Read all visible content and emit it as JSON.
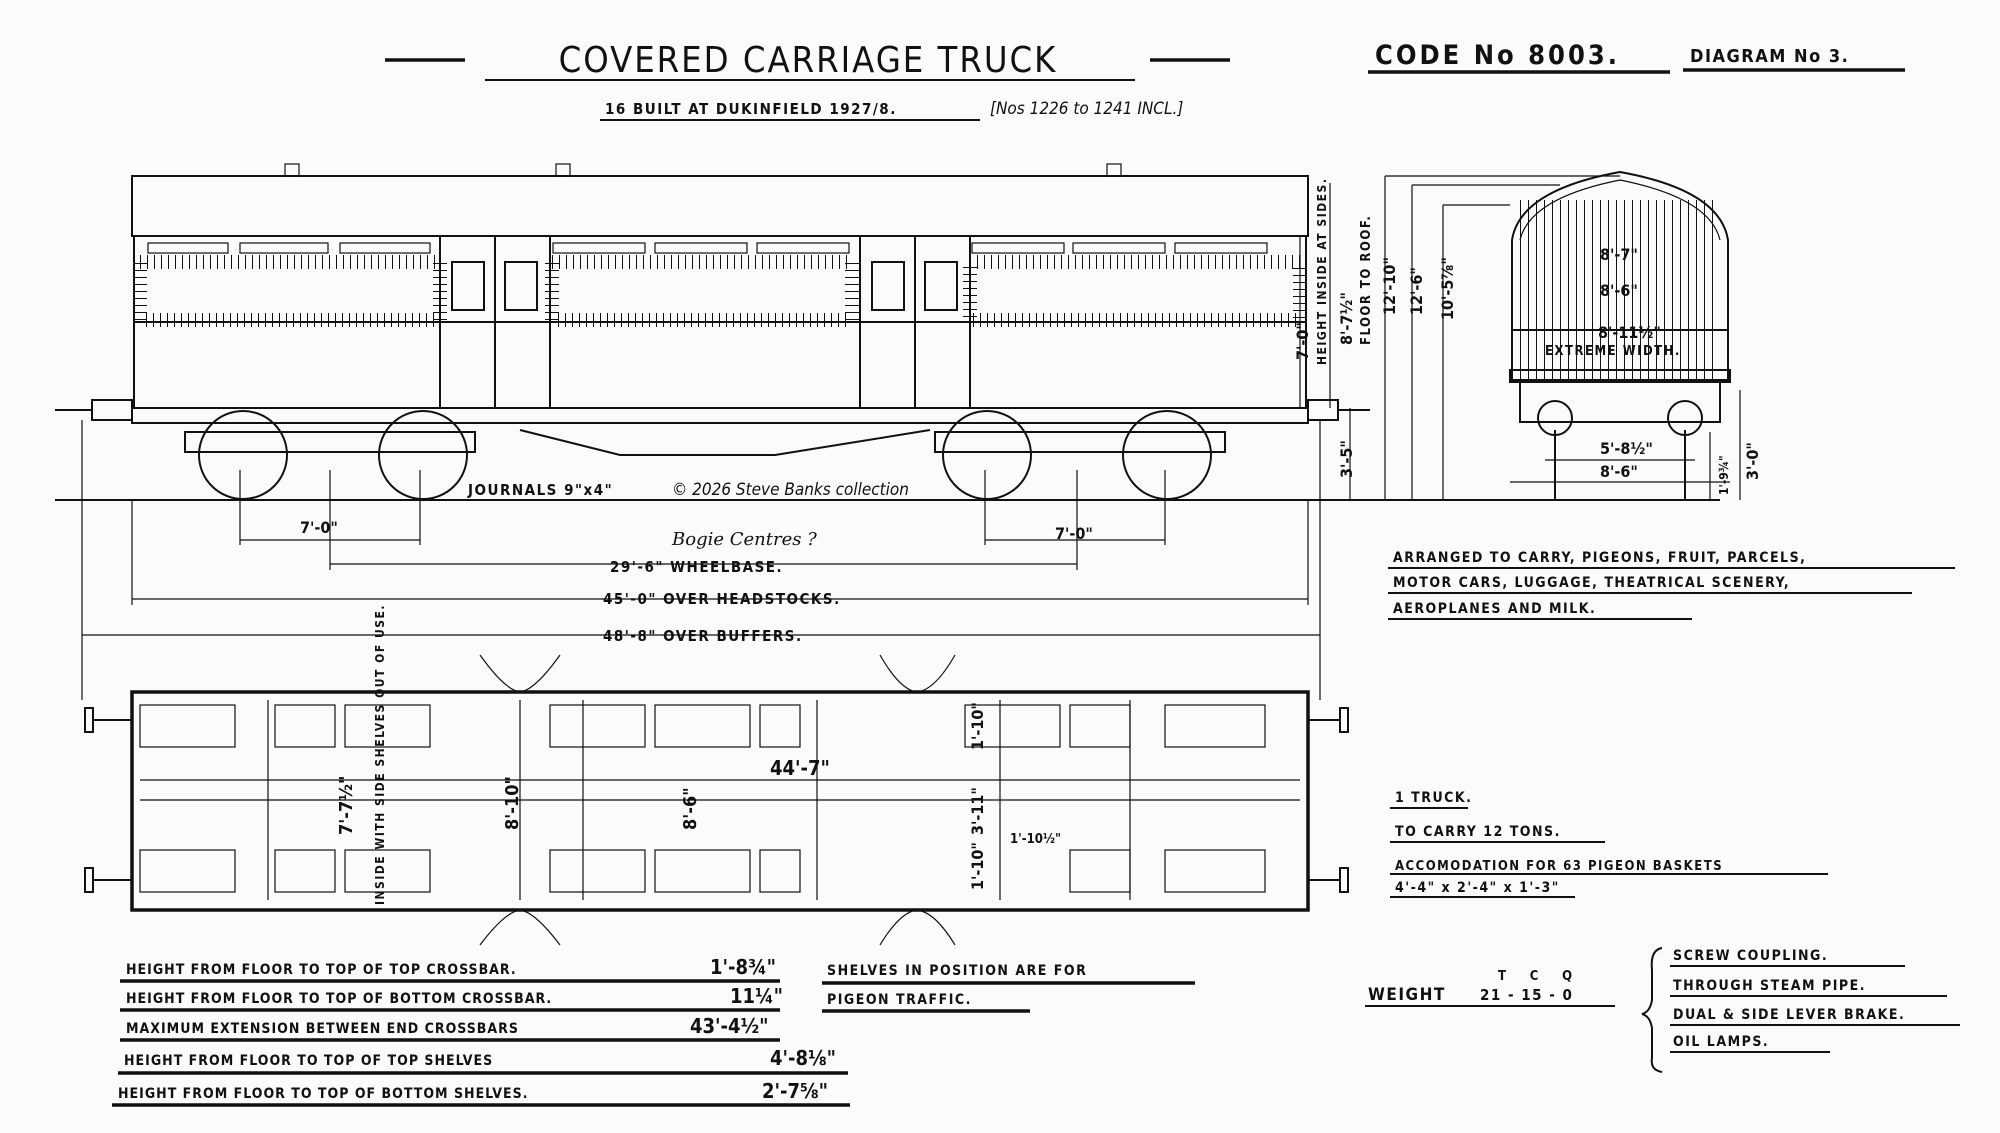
{
  "title": "COVERED CARRIAGE TRUCK",
  "subtitle": "16 BUILT AT DUKINFIELD 1927/8.",
  "numbers_note": "[Nos 1226 to 1241 INCL.]",
  "code": "CODE No 8003.",
  "diagram": "DIAGRAM No 3.",
  "side_view": {
    "journals": "JOURNALS 9\"x4\"",
    "copyright": "© 2026 Steve Banks collection",
    "bogie_note": "Bogie Centres ?",
    "bogie_wheelbase_left": "7'-0\"",
    "bogie_wheelbase_right": "7'-0\"",
    "wheelbase": "29'-6\" WHEELBASE.",
    "over_headstocks": "45'-0\" OVER HEADSTOCKS.",
    "over_buffers": "48'-8\" OVER BUFFERS.",
    "height_inside_sides": "7'-0\"",
    "height_inside_label": "HEIGHT INSIDE AT SIDES.",
    "floor_to_roof": "8'-7½\"",
    "floor_to_roof_label": "FLOOR TO ROOF.",
    "buffer_height": "3'-5\""
  },
  "end_view": {
    "h1": "12'-10\"",
    "h2": "12'-6\"",
    "h3": "10'-5⅞\"",
    "w1": "8'-7\"",
    "w2": "8'-6\"",
    "w3": "8'-11½\"",
    "extreme_width": "EXTREME WIDTH.",
    "w4": "5'-8½\"",
    "w5": "8'-6\"",
    "h4": "3'-0\"",
    "h5": "1'-9¾\""
  },
  "plan_view": {
    "length": "44'-7\"",
    "width1": "8'-10\"",
    "width2": "8'-6\"",
    "width3": "7'-7½\"",
    "shelves_note": "INSIDE WITH SIDE SHELVES OUT OF USE.",
    "d1": "1'-10\"",
    "d2": "3'-11\"",
    "d3": "1'-10½\"",
    "d4": "1'-10\""
  },
  "arranged": [
    "ARRANGED TO CARRY, PIGEONS, FRUIT, PARCELS,",
    "MOTOR CARS, LUGGAGE, THEATRICAL SCENERY,",
    "AEROPLANES AND MILK."
  ],
  "capacity": {
    "trucks": "1 TRUCK.",
    "load": "TO CARRY 12 TONS.",
    "accommodation": "ACCOMODATION FOR 63 PIGEON BASKETS",
    "basket_size": "4'-4\" x 2'-4\" x 1'-3\""
  },
  "weight": {
    "label": "WEIGHT",
    "units": "T    C    Q",
    "value": "21 - 15 - 0"
  },
  "fittings": [
    "SCREW COUPLING.",
    "THROUGH STEAM PIPE.",
    "DUAL & SIDE LEVER BRAKE.",
    "OIL LAMPS."
  ],
  "measurements": [
    {
      "label": "HEIGHT FROM FLOOR TO TOP OF TOP CROSSBAR.",
      "value": "1'-8¾\""
    },
    {
      "label": "HEIGHT FROM FLOOR TO TOP OF BOTTOM CROSSBAR.",
      "value": "11¼\""
    },
    {
      "label": "MAXIMUM EXTENSION BETWEEN END CROSSBARS",
      "value": "43'-4½\""
    },
    {
      "label": "HEIGHT FROM FLOOR TO TOP OF TOP SHELVES",
      "value": "4'-8⅛\""
    },
    {
      "label": "HEIGHT FROM FLOOR TO TOP OF BOTTOM SHELVES.",
      "value": "2'-7⅝\""
    }
  ],
  "shelves_note": [
    "SHELVES IN POSITION ARE FOR",
    "PIGEON TRAFFIC."
  ]
}
